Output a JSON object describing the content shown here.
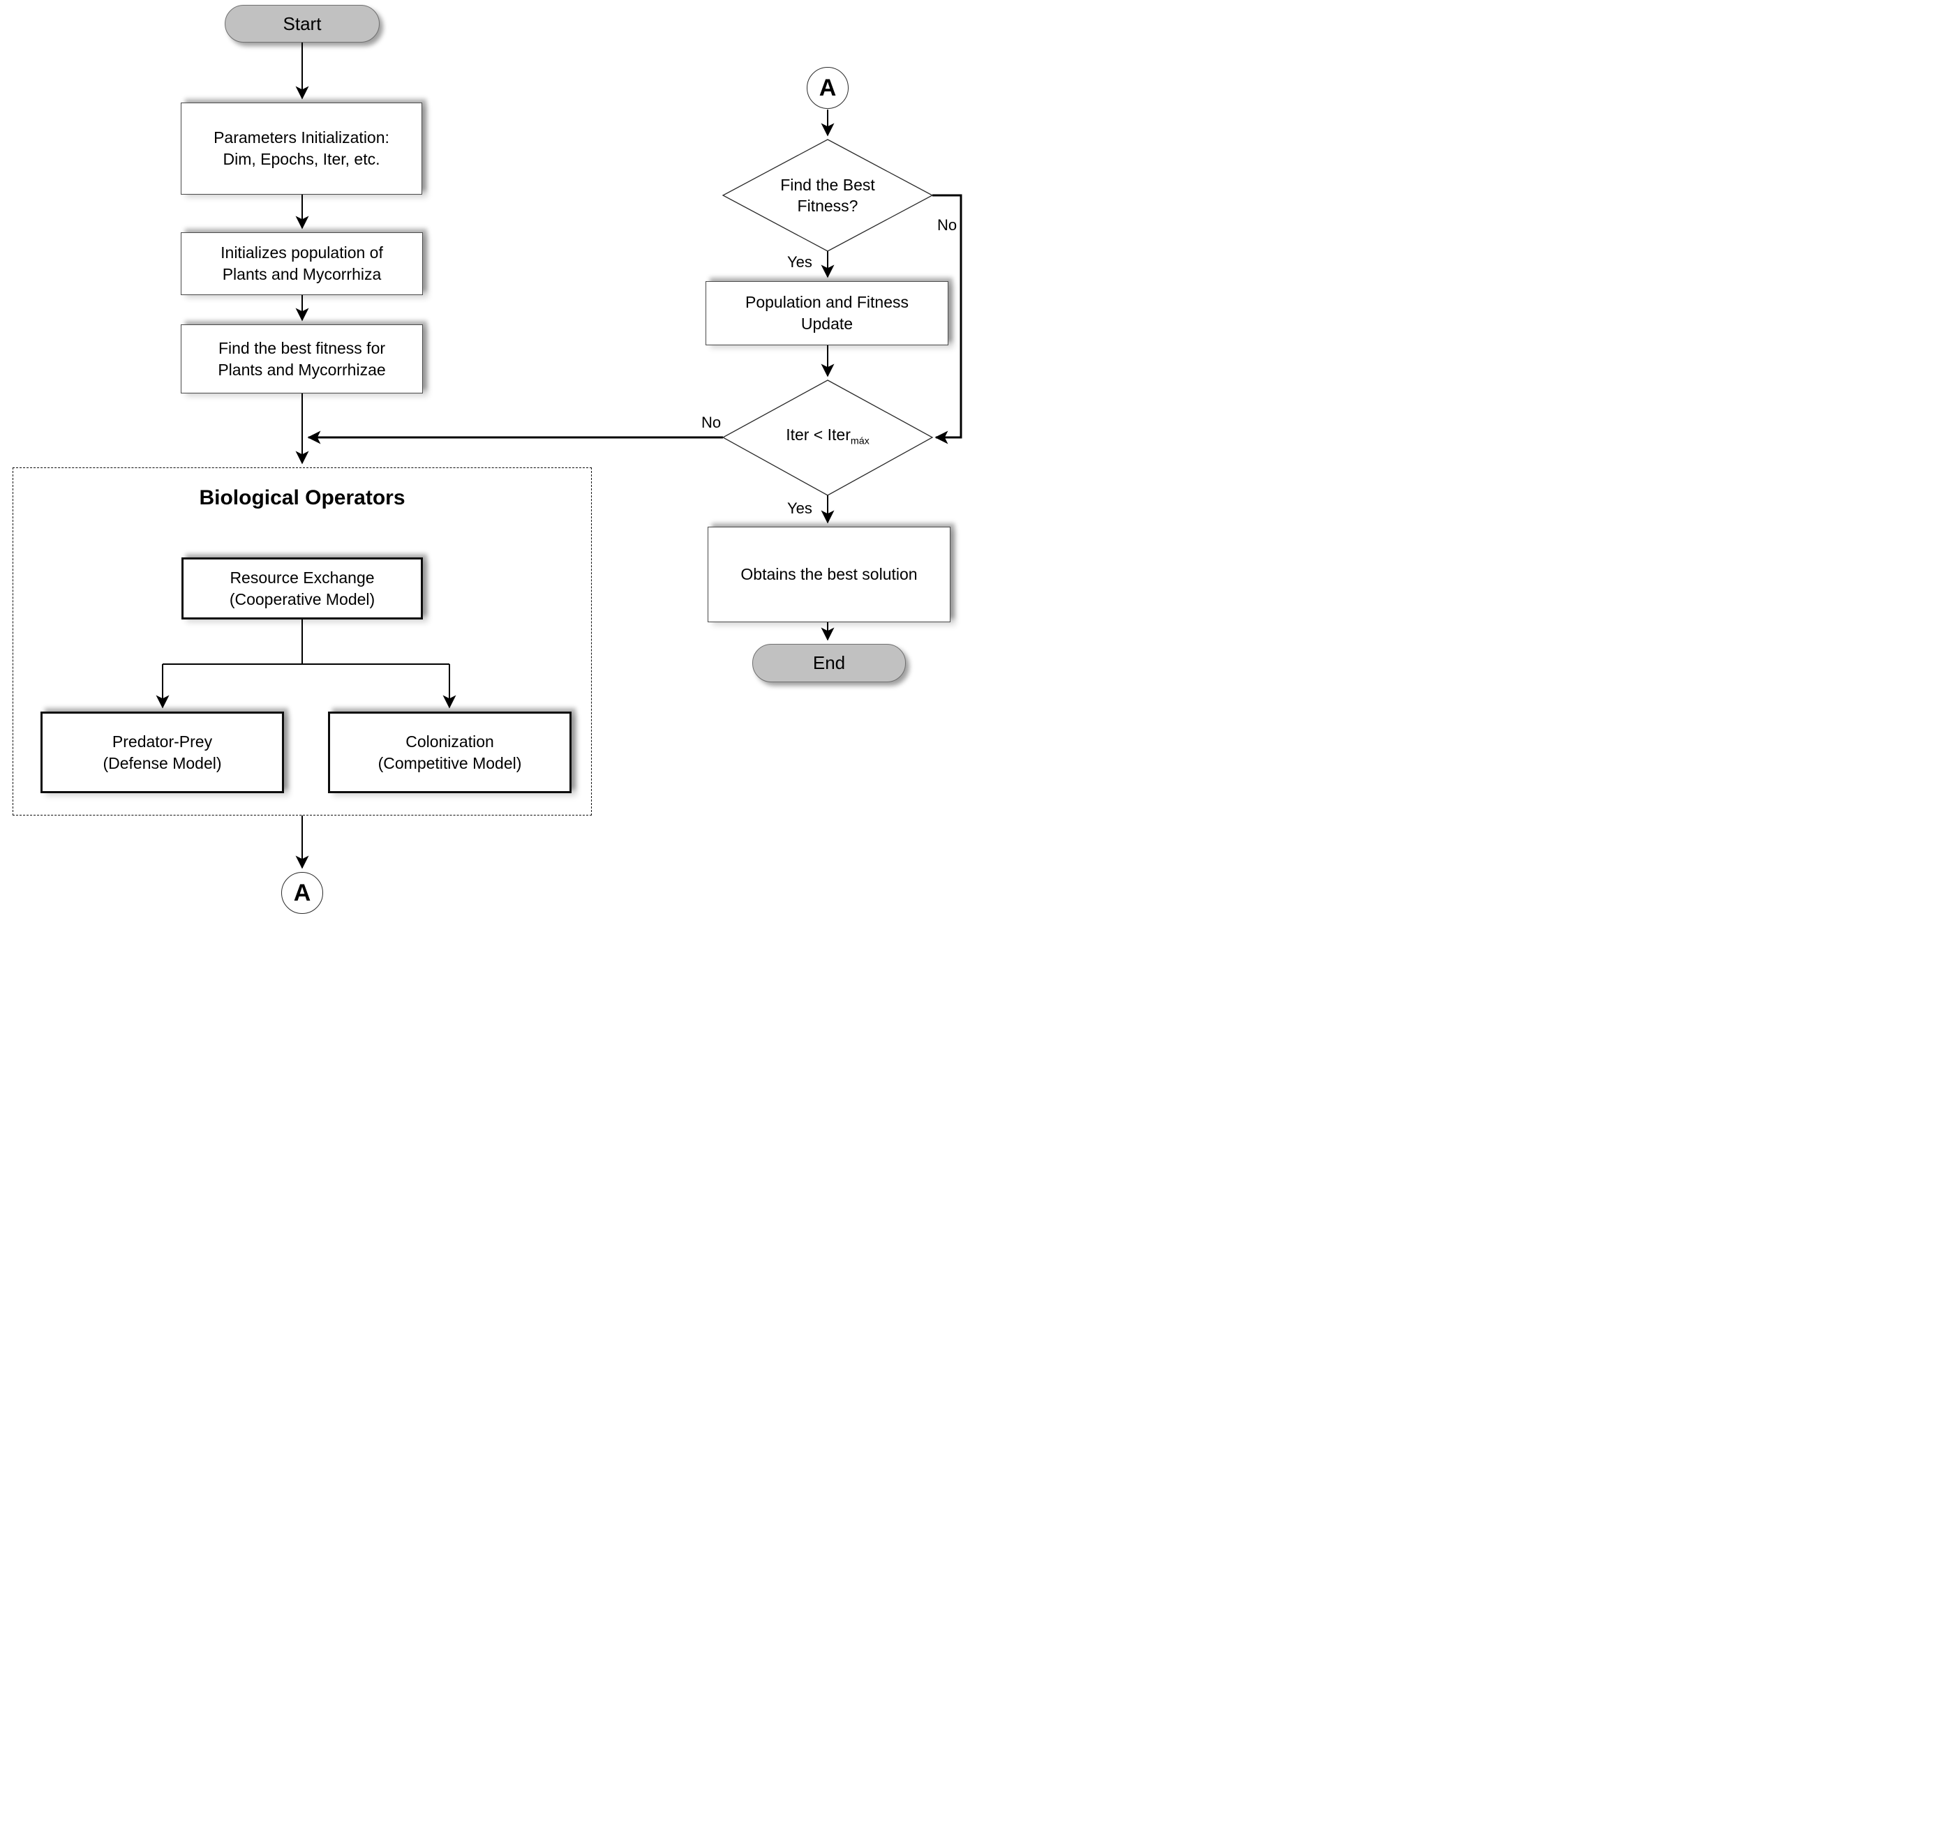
{
  "canvas": {
    "background": "#ffffff"
  },
  "colors": {
    "terminal_fill": "#c1c1c1",
    "box_fill": "#ffffff",
    "line_color": "#000000",
    "thin_border": "#4a4a4a",
    "thick_border": "#0d0d0d"
  },
  "nodes": {
    "start": {
      "label": "Start"
    },
    "parameters": {
      "line1": "Parameters Initialization:",
      "line2": "Dim, Epochs, Iter, etc."
    },
    "init_population": {
      "line1": "Initializes population of",
      "line2": "Plants and Mycorrhiza"
    },
    "find_fitness": {
      "line1": "Find the best fitness for",
      "line2": "Plants and Mycorrhizae"
    },
    "bio_group": {
      "title": "Biological Operators"
    },
    "resource_exchange": {
      "line1": "Resource Exchange",
      "line2": "(Cooperative Model)"
    },
    "predator_prey": {
      "line1": "Predator-Prey",
      "line2": "(Defense Model)"
    },
    "colonization": {
      "line1": "Colonization",
      "line2": "(Competitive Model)"
    },
    "connector_a_bottom": {
      "label": "A"
    },
    "connector_a_top": {
      "label": "A"
    },
    "decision_best_fitness": {
      "line1": "Find the Best",
      "line2": "Fitness?"
    },
    "population_update": {
      "line1": "Population and Fitness",
      "line2": "Update"
    },
    "decision_iter": {
      "text": "Iter < Iter",
      "subscript": "máx"
    },
    "obtains_solution": {
      "label": "Obtains the best solution"
    },
    "end": {
      "label": "End"
    }
  },
  "edge_labels": {
    "fitness_yes": "Yes",
    "fitness_no": "No",
    "iter_yes": "Yes",
    "iter_no": "No"
  }
}
